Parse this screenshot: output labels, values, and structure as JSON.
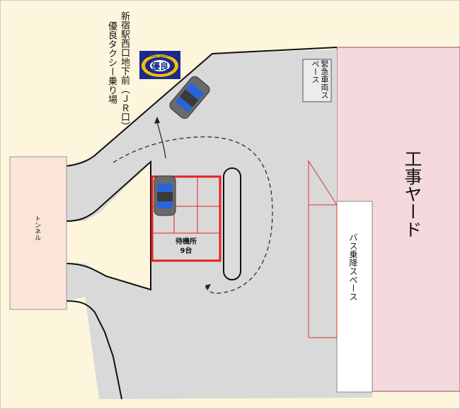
{
  "labels": {
    "stop_name": "新宿駅西口地下前（ＪＲ口）",
    "stop_sub": "優良タクシー乗り場",
    "emergency": "緊急車両スペース",
    "construction": "工事ヤード",
    "bus": "バス乗降スペース",
    "tunnel": "トンネル",
    "waiting_title": "待機所",
    "waiting_count": "9台",
    "badge_text": "優良",
    "badge_ring": "EXCELLENT SERVICE TAXI"
  },
  "colors": {
    "background": "#fdf5dc",
    "road": "#d9d9d9",
    "road_edge": "#111111",
    "construction": "#f4dadd",
    "tunnel": "#fae5d8",
    "waiting_box": "#e62020",
    "car_body": "#666666",
    "car_glass": "#2b63d8",
    "badge_blue": "#1a2a8c",
    "badge_yellow": "#f2c200"
  }
}
